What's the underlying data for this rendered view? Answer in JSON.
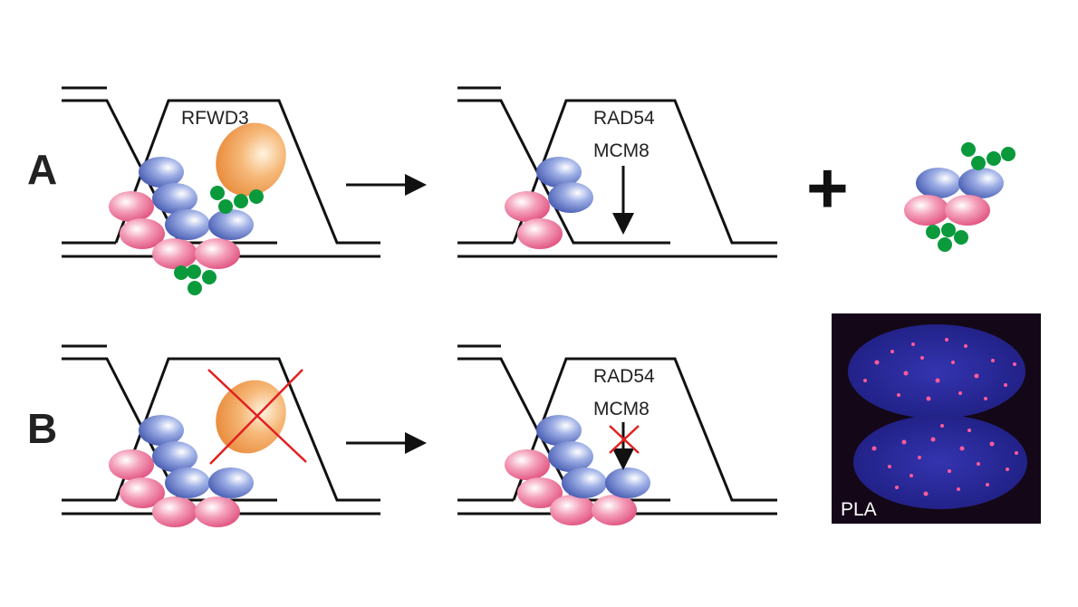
{
  "panels": {
    "a": {
      "letter": "A"
    },
    "b": {
      "letter": "B"
    }
  },
  "labels": {
    "rfwd3": "RFWD3",
    "rad54": "RAD54",
    "mcm8": "MCM8",
    "plus": "+",
    "pla": "PLA"
  },
  "colors": {
    "rpa_pink": "#e8648c",
    "rad51_blue": "#5b6fc0",
    "rfwd3_orange": "#f0a050",
    "ubiquitin_green": "#0a9a3c",
    "inhibition_red": "#e02020",
    "dna_black": "#111111",
    "pla_background": "#140818",
    "pla_nucleus": "#2a2a9a",
    "pla_dot": "#ff5a9a"
  }
}
